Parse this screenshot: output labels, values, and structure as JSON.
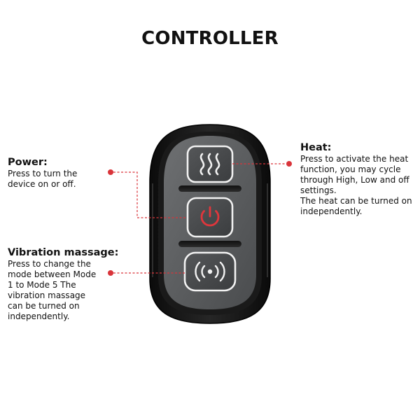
{
  "title": "CONTROLLER",
  "power": {
    "heading": "Power:",
    "description": "Press to turn the\ndevice on or off."
  },
  "vibration": {
    "heading": "Vibration massage:",
    "description": "Press to change the\nmode between Mode\n1 to Mode 5 The\nvibration massage\ncan be turned on\nindependently."
  },
  "heat": {
    "heading": "Heat:",
    "description": "Press to activate the heat\nfunction, you may cycle\nthrough High, Low and off\nsettings.\nThe heat can be turned on\nindependently."
  },
  "colors": {
    "callout_marker": "#d9343a",
    "power_icon": "#e0363c",
    "button_icon": "#f2f2f2"
  },
  "icons": {
    "heat_button": "heat-waves-icon",
    "power_button": "power-icon",
    "vibration_button": "vibration-icon"
  }
}
